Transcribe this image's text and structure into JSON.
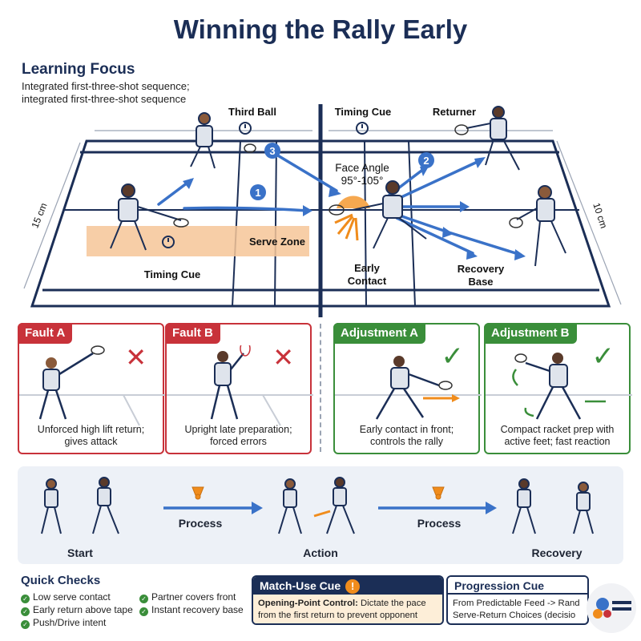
{
  "title": "Winning the Rally Early",
  "learning_focus": {
    "heading": "Learning Focus",
    "lines": [
      "Integrated first-three-shot sequence;",
      "integrated first-three-shot sequence"
    ]
  },
  "court": {
    "labels": {
      "third_ball": "Third Ball",
      "timing_cue_top": "Timing Cue",
      "returner": "Returner",
      "face_angle": "Face Angle",
      "face_angle_value": "95°-105°",
      "serve_zone": "Serve Zone",
      "timing_cue_left": "Timing Cue",
      "early_contact": "Early\nContact",
      "recovery_base": "Recovery\nBase",
      "dim_left": "15 cm",
      "dim_right": "10 cm"
    },
    "markers": [
      "1",
      "2",
      "3"
    ],
    "colors": {
      "court_line": "#1b2e56",
      "arrow": "#3a72c8",
      "serve_zone": "#f6c598",
      "fan": "#f08c1c"
    }
  },
  "panels": [
    {
      "tab": "Fault A",
      "kind": "fault",
      "mark": "✕",
      "caption": "Unforced high lift return;\ngives attack"
    },
    {
      "tab": "Fault B",
      "kind": "fault",
      "mark": "✕",
      "caption": "Upright late preparation;\nforced errors"
    },
    {
      "tab": "Adjustment A",
      "kind": "adj",
      "mark": "✓",
      "caption": "Early contact in front;\ncontrols the rally"
    },
    {
      "tab": "Adjustment B",
      "kind": "adj",
      "mark": "✓",
      "caption": "Compact racket prep with\nactive feet; fast reaction"
    }
  ],
  "process": {
    "stages": [
      "Start",
      "Action",
      "Recovery"
    ],
    "transitions": [
      "Process",
      "Process"
    ]
  },
  "quick_checks": {
    "heading": "Quick Checks",
    "items": [
      "Low serve contact",
      "Early return above tape",
      "Push/Drive intent",
      "Partner covers front",
      "Instant recovery base"
    ]
  },
  "match_use_cue": {
    "heading": "Match-Use Cue",
    "icon": "!",
    "bold_lead": "Opening-Point Control:",
    "text": " Dictate the pace from the first return to prevent opponent attack."
  },
  "progression_cue": {
    "heading": "Progression Cue",
    "lines": [
      "From Predictable Feed -> Rand",
      "Serve-Return Choices (decisio"
    ]
  }
}
